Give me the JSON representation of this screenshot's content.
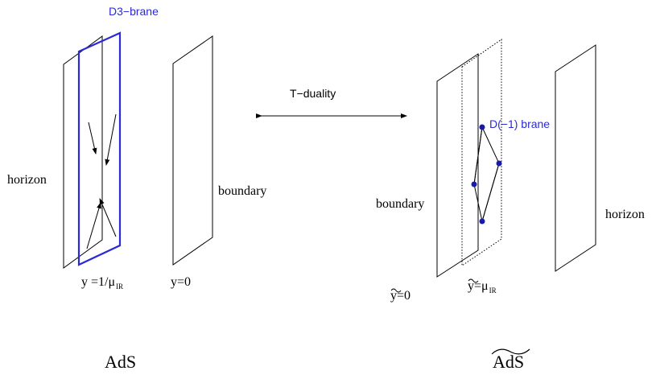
{
  "labels": {
    "d3_brane": "D3−brane",
    "t_duality": "T−duality",
    "d_minus1_brane": "D(−1) brane",
    "horizon_left": "horizon",
    "boundary_left": "boundary",
    "boundary_right": "boundary",
    "horizon_right": "horizon",
    "y_ir_prefix": "y =1/μ",
    "y_ir_sub": "IR",
    "y_zero": "y=0",
    "ytilde_zero": "y=0",
    "ytilde_ir_prefix": "y=μ",
    "ytilde_ir_sub": "IR",
    "ads_left": "AdS",
    "ads_right": "AdS"
  },
  "colors": {
    "brane_blue": "#2a2ad6",
    "line": "#000000"
  }
}
